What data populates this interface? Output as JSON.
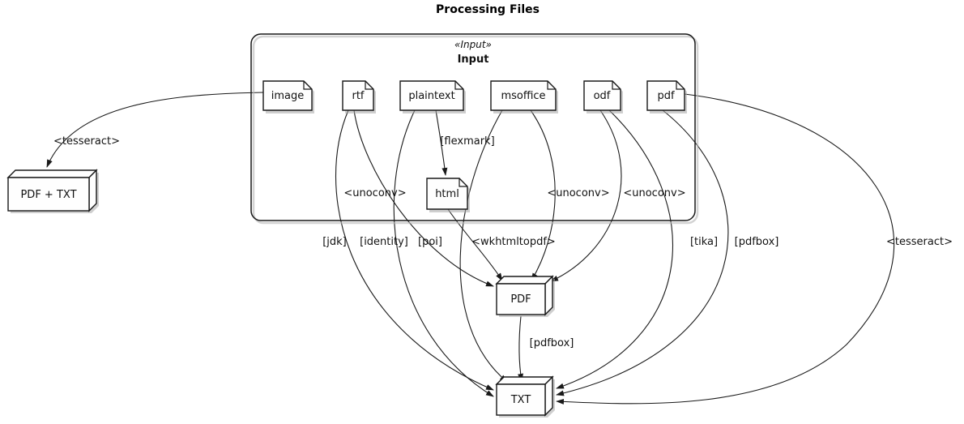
{
  "title": "Processing Files",
  "container": {
    "stereotype": "«Input»",
    "name": "Input"
  },
  "nodes": {
    "image": {
      "label": "image",
      "shape": "file"
    },
    "rtf": {
      "label": "rtf",
      "shape": "file"
    },
    "plaintext": {
      "label": "plaintext",
      "shape": "file"
    },
    "msoffice": {
      "label": "msoffice",
      "shape": "file"
    },
    "odf": {
      "label": "odf",
      "shape": "file"
    },
    "pdf": {
      "label": "pdf",
      "shape": "file"
    },
    "html": {
      "label": "html",
      "shape": "file"
    },
    "pdf_plus_txt": {
      "label": "PDF + TXT",
      "shape": "node3d"
    },
    "PDF": {
      "label": "PDF",
      "shape": "node3d"
    },
    "TXT": {
      "label": "TXT",
      "shape": "node3d"
    }
  },
  "edges": [
    {
      "from": "image",
      "to": "PDF + TXT",
      "label": "<tesseract>"
    },
    {
      "from": "plaintext",
      "to": "html",
      "label": "[flexmark]"
    },
    {
      "from": "rtf",
      "to": "PDF",
      "label": "<unoconv>"
    },
    {
      "from": "msoffice",
      "to": "PDF",
      "label": "<unoconv>"
    },
    {
      "from": "odf",
      "to": "PDF",
      "label": "<unoconv>"
    },
    {
      "from": "html",
      "to": "PDF",
      "label": "<wkhtmltopdf>"
    },
    {
      "from": "rtf",
      "to": "TXT",
      "label": "[jdk]"
    },
    {
      "from": "plaintext",
      "to": "TXT",
      "label": "[identity]"
    },
    {
      "from": "msoffice",
      "to": "TXT",
      "label": "[poi]"
    },
    {
      "from": "odf",
      "to": "TXT",
      "label": "[tika]"
    },
    {
      "from": "pdf",
      "to": "TXT",
      "label": "[pdfbox]"
    },
    {
      "from": "pdf",
      "to": "TXT",
      "label": "<tesseract>"
    },
    {
      "from": "PDF",
      "to": "TXT",
      "label": "[pdfbox]"
    }
  ]
}
